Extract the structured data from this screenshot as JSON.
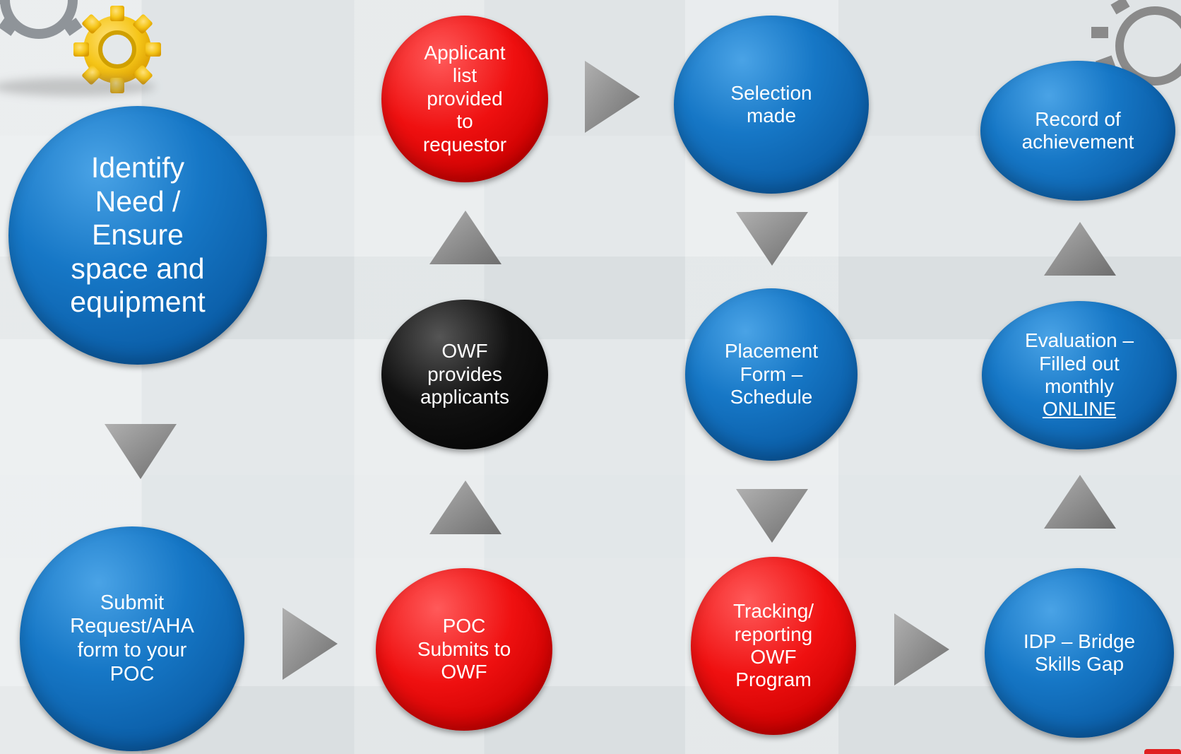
{
  "nodes": {
    "identify": [
      "Identify",
      "Need /",
      "Ensure",
      "space and",
      "equipment"
    ],
    "submit_request": [
      "Submit",
      "Request/AHA",
      "form to your",
      "POC"
    ],
    "applicant_list": [
      "Applicant",
      "list",
      "provided",
      "to",
      "requestor"
    ],
    "owf_provides": [
      "OWF",
      "provides",
      "applicants"
    ],
    "poc_submits": [
      "POC",
      "Submits to",
      "OWF"
    ],
    "selection_made": [
      "Selection",
      "made"
    ],
    "placement_form": [
      "Placement",
      "Form –",
      "Schedule"
    ],
    "tracking": [
      "Tracking/",
      "reporting",
      "OWF",
      "Program"
    ],
    "record": [
      "Record of",
      "achievement"
    ],
    "evaluation": [
      "Evaluation –",
      "Filled out",
      "monthly",
      "ONLINE"
    ],
    "idp": [
      "IDP – Bridge",
      "Skills Gap"
    ]
  },
  "colors": {
    "blue": "#1677c6",
    "red": "#ef1010",
    "black": "#000000",
    "arrow_gray": "#8c8c8c",
    "gear_yellow": "#f5c518",
    "gear_gray": "#9a9a9a"
  },
  "icons": [
    "gear-icon",
    "triangle-arrow-icon"
  ]
}
